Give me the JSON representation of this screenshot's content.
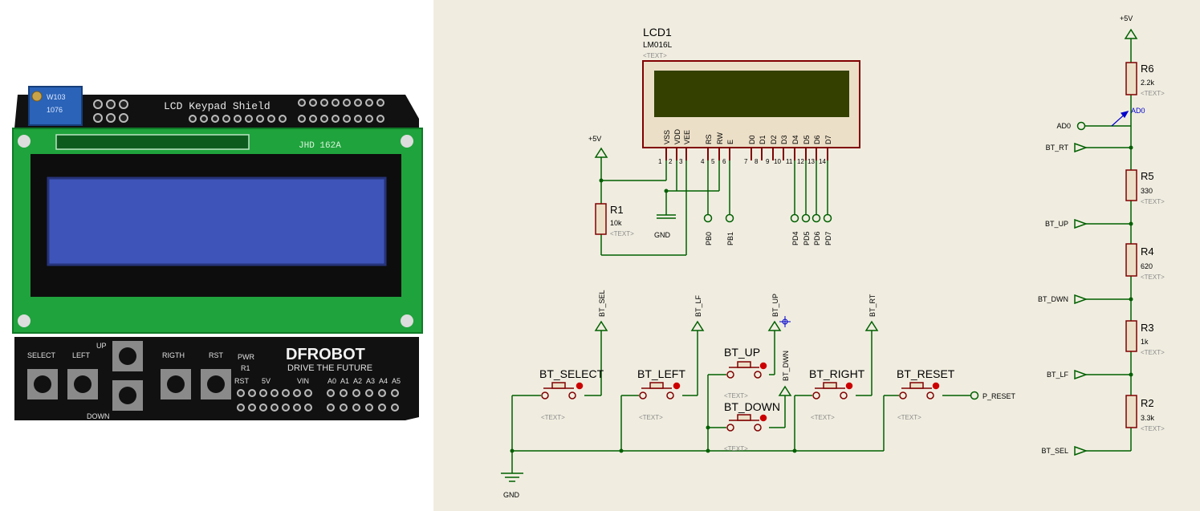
{
  "photo": {
    "shield_title": "LCD Keypad Shield",
    "module_label": "JHD 162A",
    "trimmer_label": "W103",
    "trimmer_code": "1076",
    "brand_logo": "DFROBOT",
    "slogan": "DRIVE THE FUTURE",
    "pwr": "PWR",
    "r1": "R1",
    "header_left": [
      "RST",
      "5V",
      "VIN"
    ],
    "header_right": [
      "A0",
      "A1",
      "A2",
      "A3",
      "A4",
      "A5"
    ],
    "buttons": {
      "select": "SELECT",
      "left": "LEFT",
      "up": "UP",
      "down": "DOWN",
      "right": "RIGTH",
      "rst": "RST"
    }
  },
  "lcd": {
    "ref": "LCD1",
    "model": "LM016L",
    "text": "<TEXT>",
    "pins": [
      "VSS",
      "VDD",
      "VEE",
      "RS",
      "RW",
      "E",
      "D0",
      "D1",
      "D2",
      "D3",
      "D4",
      "D5",
      "D6",
      "D7"
    ],
    "pin_numbers": [
      "1",
      "2",
      "3",
      "4",
      "5",
      "6",
      "7",
      "8",
      "9",
      "10",
      "11",
      "12",
      "13",
      "14"
    ]
  },
  "power": {
    "vcc_left": "+5V",
    "gnd_left": "GND",
    "vcc_right": "+5V",
    "gnd_buttons": "GND"
  },
  "r1": {
    "ref": "R1",
    "value": "10k",
    "text": "<TEXT>"
  },
  "ports": {
    "pb0": "PB0",
    "pb1": "PB1",
    "pd4": "PD4",
    "pd5": "PD5",
    "pd6": "PD6",
    "pd7": "PD7",
    "p_reset": "P_RESET"
  },
  "ladder": {
    "probe": "AD0",
    "resistors": [
      {
        "ref": "R6",
        "value": "2.2k",
        "text": "<TEXT>"
      },
      {
        "ref": "R5",
        "value": "330",
        "text": "<TEXT>"
      },
      {
        "ref": "R4",
        "value": "620",
        "text": "<TEXT>"
      },
      {
        "ref": "R3",
        "value": "1k",
        "text": "<TEXT>"
      },
      {
        "ref": "R2",
        "value": "3.3k",
        "text": "<TEXT>"
      }
    ],
    "terminals": [
      "AD0",
      "BT_RT",
      "BT_UP",
      "BT_DWN",
      "BT_LF",
      "BT_SEL"
    ]
  },
  "buttons": [
    {
      "ref": "BT_SELECT",
      "text": "<TEXT>"
    },
    {
      "ref": "BT_LEFT",
      "text": "<TEXT>"
    },
    {
      "ref": "BT_UP",
      "text": "<TEXT>"
    },
    {
      "ref": "BT_DOWN",
      "text": "<TEXT>"
    },
    {
      "ref": "BT_RIGHT",
      "text": "<TEXT>"
    },
    {
      "ref": "BT_RESET",
      "text": "<TEXT>"
    }
  ],
  "button_nets": [
    "BT_SEL",
    "BT_LF",
    "BT_UP",
    "BT_DWN",
    "BT_RT"
  ],
  "colors": {
    "wire": "#006000",
    "component": "#800000",
    "pad": "#cc0000",
    "lcd_screen": "#334000",
    "lcd_fill": "#ecdfc7",
    "probe": "#0000cc"
  }
}
